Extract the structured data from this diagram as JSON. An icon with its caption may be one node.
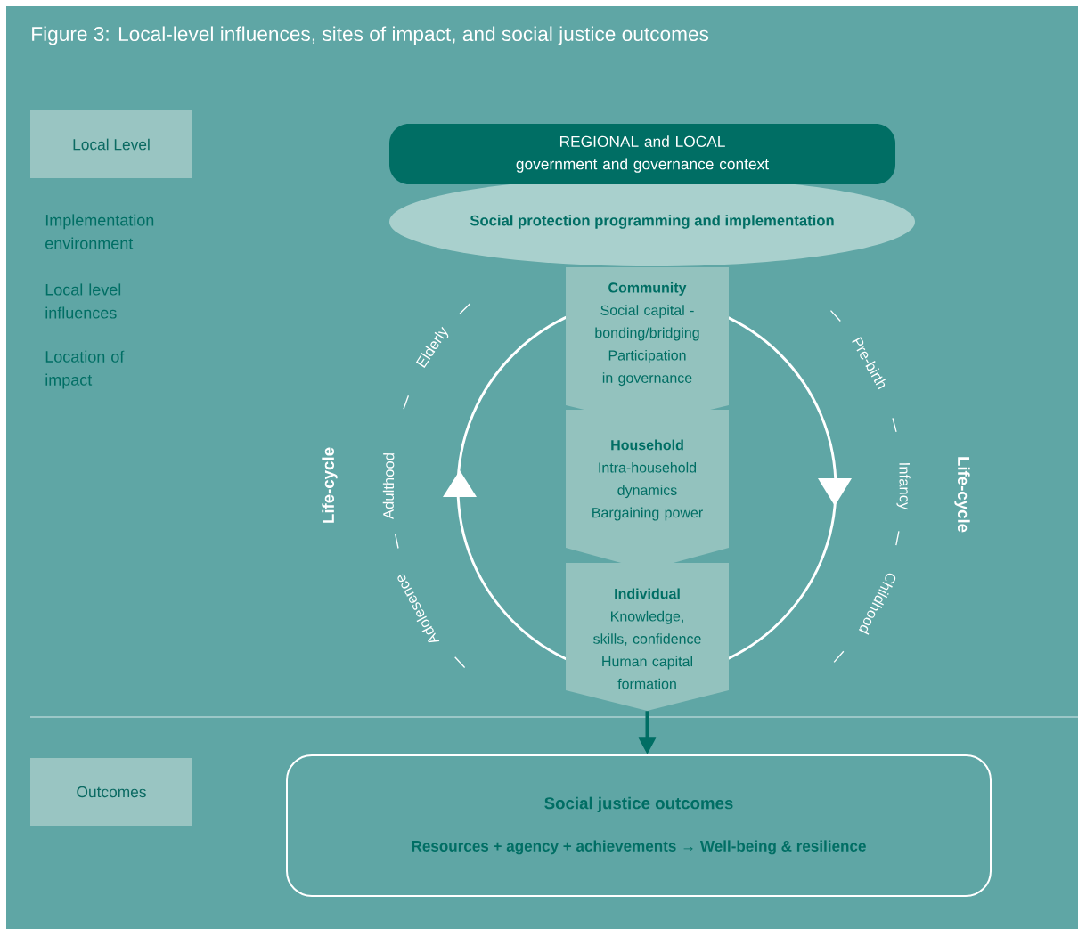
{
  "diagram": {
    "title": "Figure 3: Local-level influences, sites of impact, and social justice outcomes",
    "nodes": [
      {
        "text": [
          "Local Level"
        ]
      },
      {
        "text": [
          "REGIONAL and LOCAL government and governance context"
        ]
      },
      {
        "text": [
          "Social protection programming and implementation"
        ]
      },
      {
        "text": [
          "Community",
          "Social capital - bonding/bridging",
          "Participation in governance"
        ]
      },
      {
        "text": [
          "Household",
          "Intra-household dynamics",
          "Bargaining power"
        ]
      },
      {
        "text": [
          "Individual",
          "Knowledge, skills, confidence",
          "Human capital formation"
        ]
      },
      {
        "text": [
          "Outcomes"
        ]
      },
      {
        "text": [
          "Social justice outcomes",
          "Resources + agency + achievements → Well-being & resilience"
        ]
      }
    ],
    "edges": [
      {
        "from": 5,
        "to": 7,
        "arrow": "to"
      }
    ],
    "labels": [
      "Implementation environment",
      "Local level influences",
      "Location of impact",
      "Life-cycle",
      "Elderly",
      "Adulthood",
      "Adolesence",
      "Pre-birth",
      "Infancy",
      "Childhood",
      "Life-cycle"
    ]
  }
}
